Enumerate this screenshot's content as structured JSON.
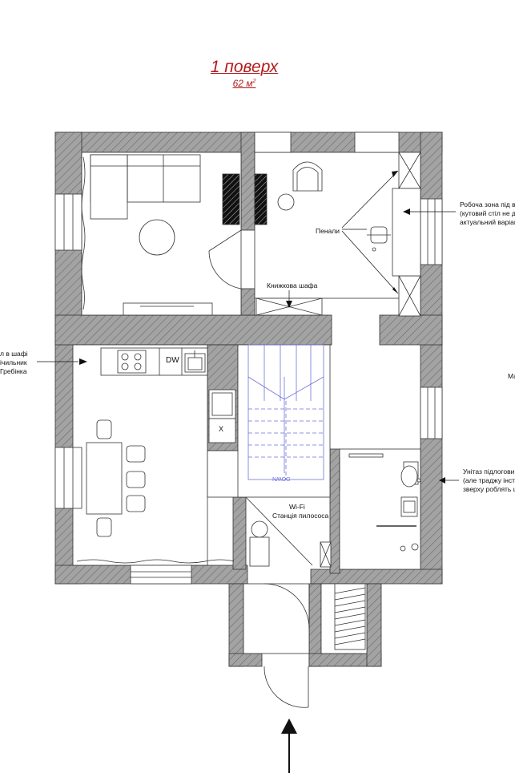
{
  "plan": {
    "title": "1 поверх",
    "area_value": "62 м",
    "area_sup": "2"
  },
  "labels": {
    "work_zone_1": "Робоча зона під ві",
    "work_zone_2": "(кутовий стіл не ду",
    "work_zone_3": "актуальний варіант",
    "cases": "Пенали",
    "bookcase": "Книжкова шафа",
    "cabinet_1": "л в шафі",
    "cabinet_2": "ічильник",
    "cabinet_3": "Гребінка",
    "wifi": "Wi-Fi",
    "vacuum_station": "Станція пилососа",
    "toilet_1": "Унітаз підлогови",
    "toilet_2": "(але траджу інстал",
    "toilet_3": "зверху роблять щ",
    "edge_right": "Ма",
    "dishwasher": "DW",
    "stairs_down": "DOWN",
    "cross": "X"
  },
  "colors": {
    "title": "#b31b1b",
    "wall_fill": "#9a9a9a",
    "wall_hatch": "#5a5a5a",
    "stairs": "#6f73d8",
    "line": "#111111"
  },
  "icons": [
    "entrance-arrow-icon",
    "office-chair-icon",
    "armchair-icon",
    "cooktop-icon",
    "sink-icon",
    "toilet-icon",
    "shower-icon",
    "round-table-icon"
  ]
}
